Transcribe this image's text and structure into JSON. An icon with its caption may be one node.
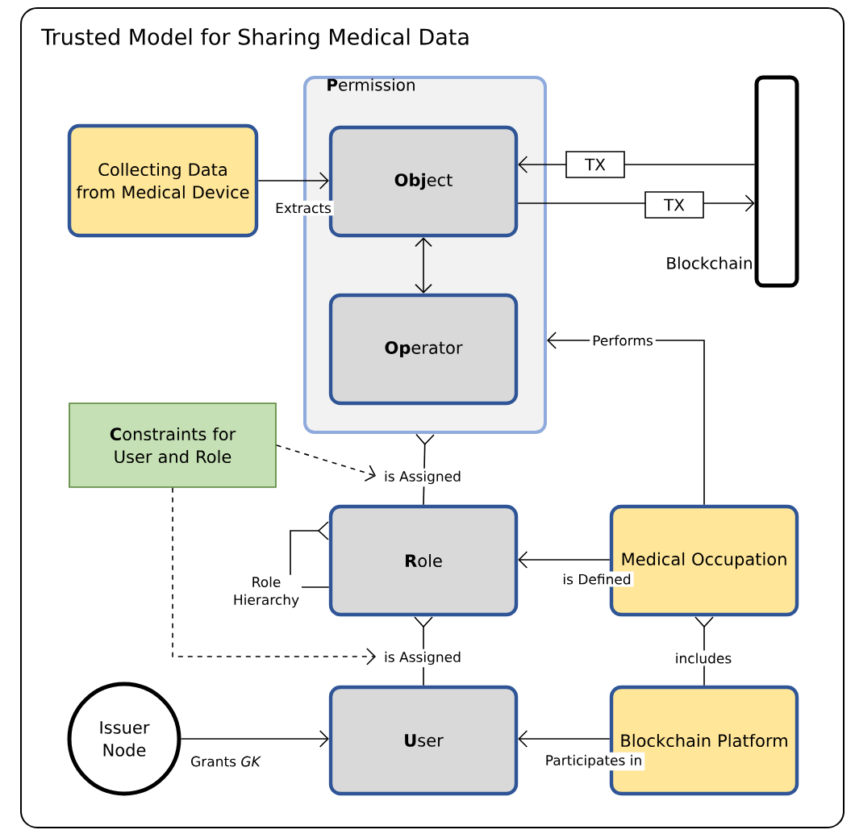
{
  "diagram": {
    "title": "Trusted Model for Sharing Medical Data",
    "nodes": [
      {
        "text": [
          "**P**ermission"
        ]
      },
      {
        "text": [
          "Collecting Data from Medical Device"
        ]
      },
      {
        "text": [
          "**Obj**ect"
        ],
        "in": 0
      },
      {
        "text": [
          "**Op**erator"
        ],
        "in": 0
      },
      {
        "text": [],
        "shape": "bar",
        "beside": [
          "Blockchain"
        ]
      },
      {
        "text": [
          "**C**onstraints for User and Role"
        ]
      },
      {
        "text": [
          "**R**ole"
        ]
      },
      {
        "text": [
          "Medical Occupation"
        ]
      },
      {
        "text": [
          "Issuer Node"
        ]
      },
      {
        "text": [
          "**U**ser"
        ]
      },
      {
        "text": [
          "Blockchain Platform"
        ]
      }
    ],
    "edges": [
      {
        "from": 1,
        "to": 2,
        "arrow": "to",
        "label": "Extracts"
      },
      {
        "from": 4,
        "to": 2,
        "arrow": "to",
        "label": "TX"
      },
      {
        "from": 2,
        "to": 4,
        "arrow": "to",
        "label": "TX"
      },
      {
        "from": 2,
        "to": 3,
        "arrow": "both"
      },
      {
        "from": 7,
        "to": 0,
        "arrow": "to",
        "label": "Performs"
      },
      {
        "from": 6,
        "to": 0,
        "arrow": "other",
        "label": "is Assigned"
      },
      {
        "from": 5,
        "to": null,
        "arrow": "to",
        "style": "dashed"
      },
      {
        "from": 6,
        "to": 6,
        "arrow": "other",
        "label": "Role Hierarchy"
      },
      {
        "from": 7,
        "to": 6,
        "arrow": "to",
        "label": "is Defined"
      },
      {
        "from": 9,
        "to": 6,
        "arrow": "other",
        "label": "is Assigned"
      },
      {
        "from": 5,
        "to": null,
        "arrow": "to",
        "style": "dashed"
      },
      {
        "from": 10,
        "to": 7,
        "arrow": "other",
        "label": "includes"
      },
      {
        "from": 8,
        "to": 9,
        "arrow": "to",
        "label": "Grants *GK*"
      },
      {
        "from": 10,
        "to": 9,
        "arrow": "to",
        "label": "Participates in"
      }
    ]
  }
}
